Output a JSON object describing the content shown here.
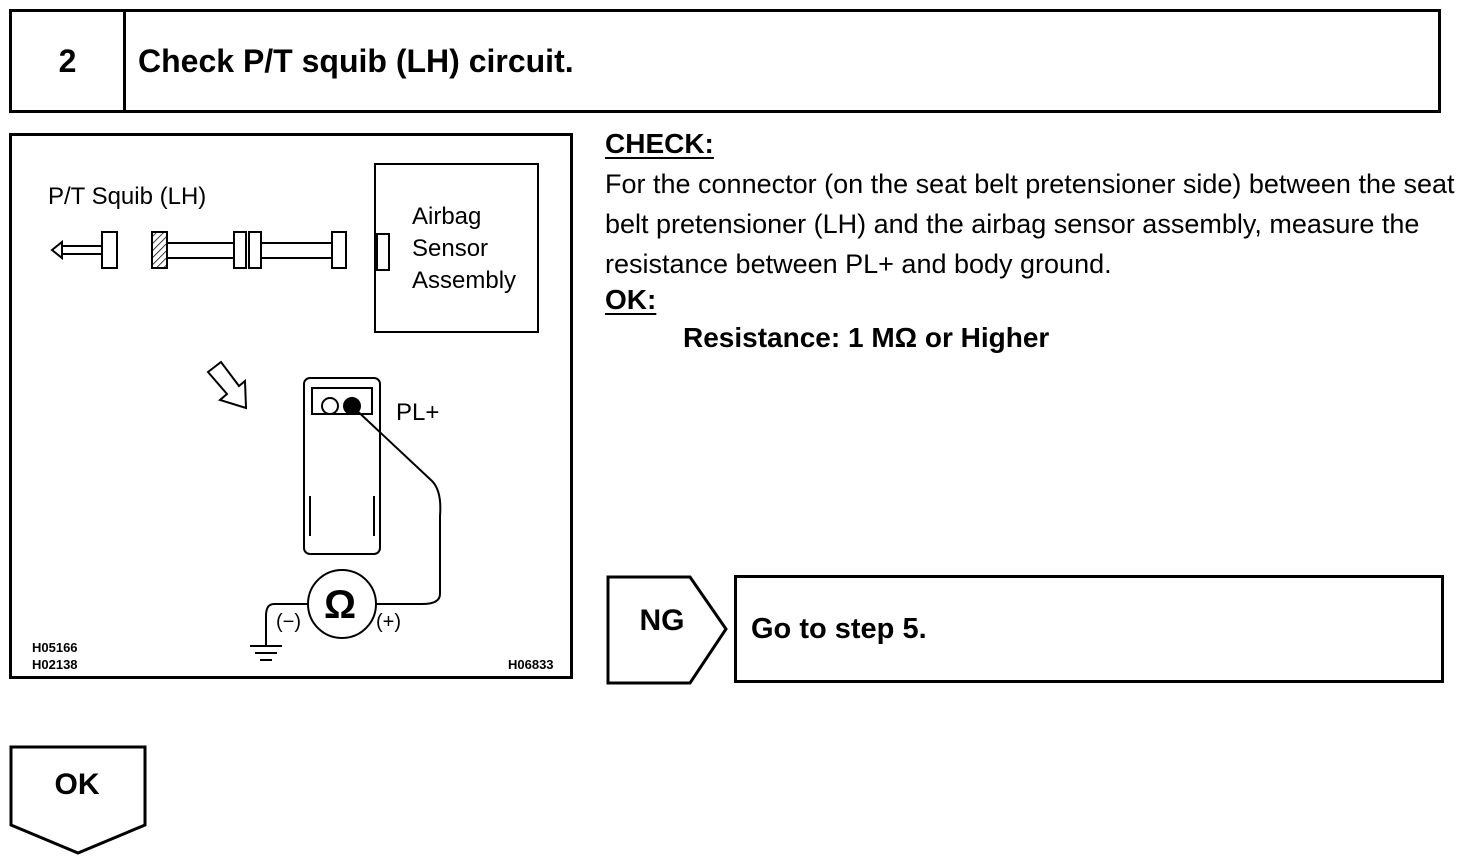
{
  "header": {
    "step_number": "2",
    "title": "Check P/T squib (LH) circuit."
  },
  "figure": {
    "squib_label": "P/T Squib (LH)",
    "sensor_label_line1": "Airbag",
    "sensor_label_line2": "Sensor",
    "sensor_label_line3": "Assembly",
    "terminal_label": "PL+",
    "ohm_symbol": "Ω",
    "minus_label": "(−)",
    "plus_label": "(+)",
    "code_1": "H05166",
    "code_2": "H02138",
    "code_3": "H06833"
  },
  "check": {
    "heading": "CHECK:",
    "text": "For the connector (on the seat belt pretensioner side) between the seat belt pretensioner (LH) and the airbag sensor assembly, measure the resistance between PL+ and body ground."
  },
  "ok": {
    "heading": "OK:",
    "spec": "Resistance: 1 MΩ or Higher"
  },
  "ng_branch": {
    "label": "NG",
    "action": "Go to step 5."
  },
  "ok_branch": {
    "label": "OK"
  }
}
